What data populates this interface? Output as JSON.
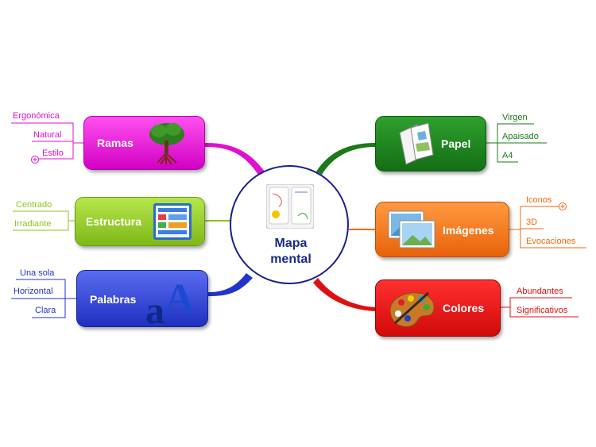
{
  "central": {
    "line1": "Mapa",
    "line2": "mental"
  },
  "branches": {
    "ramas": {
      "label": "Ramas",
      "color": "#e010d0",
      "subtopics": [
        "Ergonómica",
        "Natural",
        "Estilo"
      ]
    },
    "estructura": {
      "label": "Estructura",
      "color": "#8cc51a",
      "subtopics": [
        "Centrado",
        "Irradiante"
      ]
    },
    "palabras": {
      "label": "Palabras",
      "color": "#2233cc",
      "subtopics": [
        "Una sola",
        "Horizontal",
        "Clara"
      ]
    },
    "papel": {
      "label": "Papel",
      "color": "#1a8a1a",
      "subtopics": [
        "Virgen",
        "Apaisado",
        "A4"
      ]
    },
    "imagenes": {
      "label": "Imágenes",
      "color": "#f06a10",
      "subtopics": [
        "Iconos",
        "3D",
        "Evocaciones"
      ]
    },
    "colores": {
      "label": "Colores",
      "color": "#dd1111",
      "subtopics": [
        "Abundantes",
        "Significativos"
      ]
    }
  },
  "icons": {
    "ramas": "tree-icon",
    "estructura": "layout-icon",
    "palabras": "letters-icon",
    "papel": "paper-icon",
    "imagenes": "pictures-icon",
    "colores": "palette-icon"
  }
}
